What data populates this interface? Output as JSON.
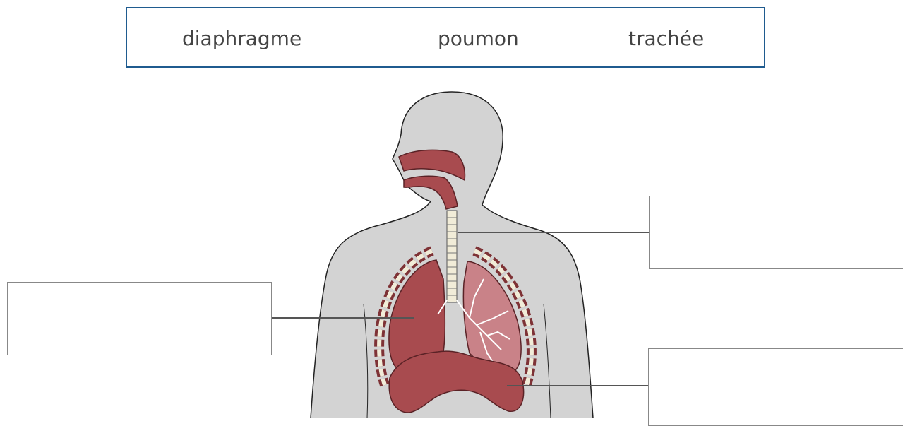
{
  "word_bank": {
    "words": [
      "diaphragme",
      "poumon",
      "trachée"
    ]
  },
  "drop_zones": [
    {
      "target": "trachée",
      "value": ""
    },
    {
      "target": "poumon",
      "value": ""
    },
    {
      "target": "diaphragme",
      "value": ""
    }
  ],
  "colors": {
    "word_bank_border": "#1f5b8f",
    "body": "#d3d3d3",
    "organ": "#a84b4f",
    "organ_dark": "#7e3236",
    "rib": "#f1ecd8"
  }
}
